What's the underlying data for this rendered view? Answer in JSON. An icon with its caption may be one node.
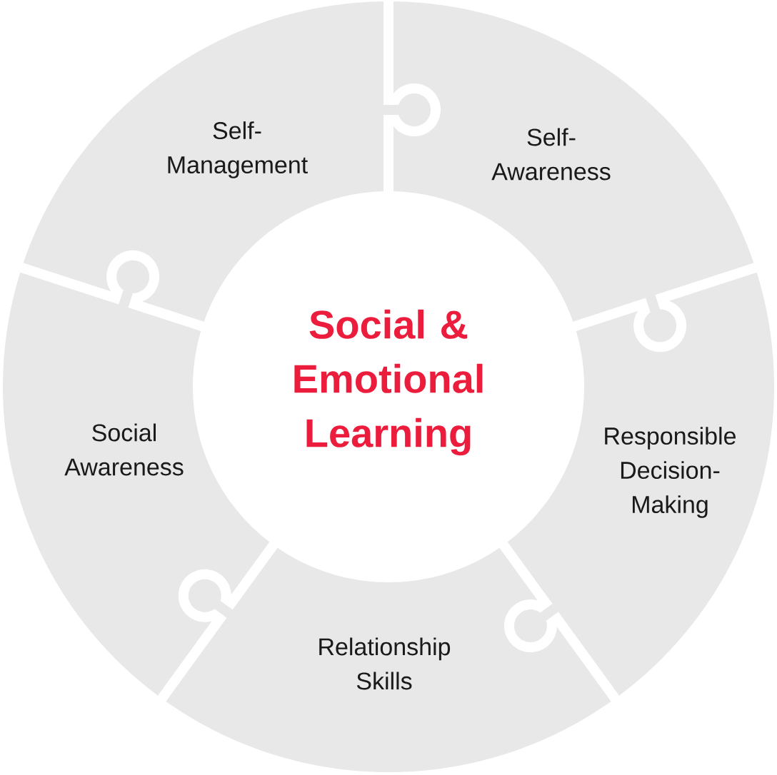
{
  "diagram": {
    "nodes": [
      {
        "text": [
          "Self-Management"
        ]
      },
      {
        "text": [
          "Self-Awareness"
        ]
      },
      {
        "text": [
          "Social & Emotional Learning"
        ]
      },
      {
        "text": [
          "Social Awareness"
        ]
      },
      {
        "text": [
          "Responsible Decision-Making"
        ]
      },
      {
        "text": [
          "Relationship Skills"
        ]
      }
    ]
  }
}
